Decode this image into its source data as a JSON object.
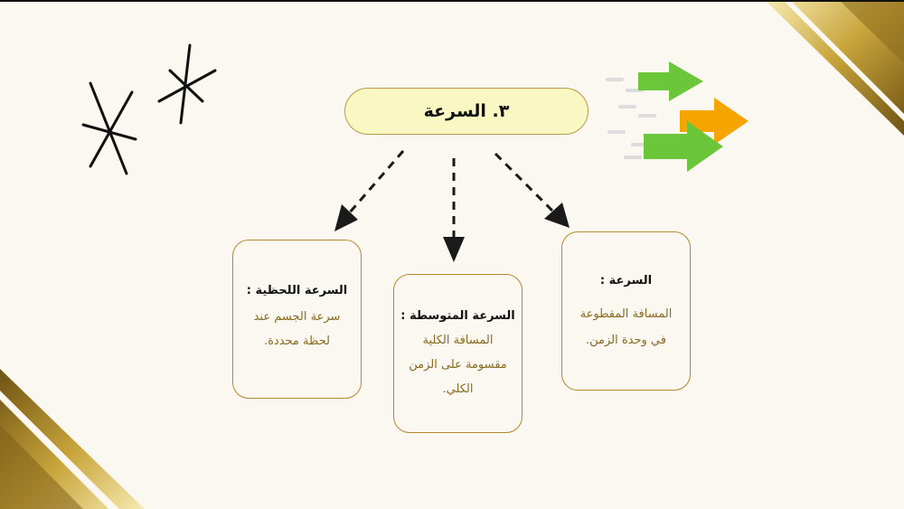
{
  "title": "٣. السرعة",
  "cards": [
    {
      "heading": "السرعة اللحظية :",
      "lines": [
        "سرعة الجسم عند",
        "لحظة محددة."
      ]
    },
    {
      "heading": "السرعة المتوسطة :",
      "lines": [
        "المسافة الكلية",
        "مقسومة على الزمن",
        "الكلي."
      ]
    },
    {
      "heading": "السرعة :",
      "lines": [
        "المسافة المقطوعة",
        "في وحدة الزمن."
      ]
    }
  ],
  "colors": {
    "background": "#fbf7f1",
    "pill_fill": "#f9f8c3",
    "card_border": "#b58a2e",
    "body_text": "#8a6a1e",
    "arrow_green": "#6cc63a",
    "arrow_orange": "#f5a400",
    "gold": "#b8912f"
  },
  "icons": [
    "sparkle-star-icon",
    "fast-arrows-icon"
  ]
}
